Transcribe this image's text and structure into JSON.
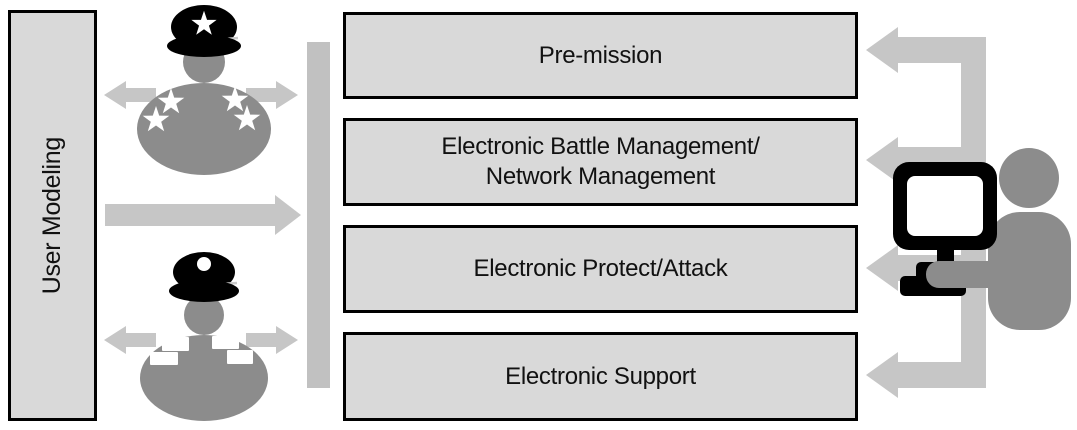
{
  "left_panel": {
    "label": "User Modeling"
  },
  "mission_boxes": [
    {
      "label": "Pre-mission"
    },
    {
      "label": "Electronic Battle Management/\nNetwork Management"
    },
    {
      "label": "Electronic Protect/Attack"
    },
    {
      "label": "Electronic Support"
    }
  ],
  "icons": {
    "top_left_figure": "general-officer-icon",
    "bottom_left_figure": "junior-officer-icon",
    "right_figure": "operator-at-computer-icon",
    "left_arrows": "bidirectional-exchange-arrows",
    "center_arrow": "user-modeling-flow-arrow",
    "right_arrows": "feedback-arrows-to-mission-phases"
  },
  "colors": {
    "box-fill": "#d9d9d9",
    "box-border": "#000000",
    "figure-gray": "#8c8c8c",
    "arrow-gray": "#c6c6c6",
    "bar-gray": "#c1c1c1",
    "cap-black": "#000000",
    "insignia-white": "#ffffff",
    "text-color": "#111111"
  }
}
